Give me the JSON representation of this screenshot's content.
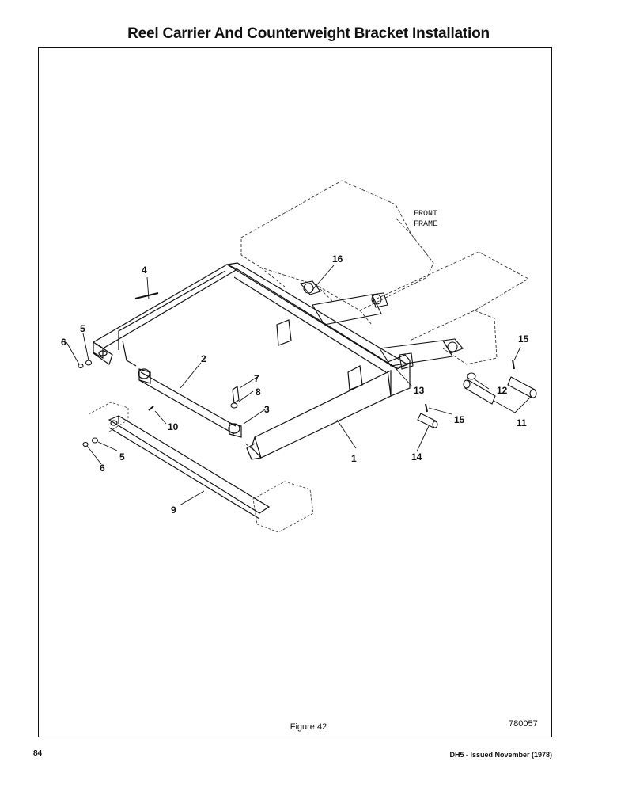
{
  "document": {
    "title": "Reel Carrier And Counterweight Bracket Installation",
    "figure_caption": "Figure 42",
    "drawing_number": "780057",
    "page_number": "84",
    "footer": "DH5 - Issued November (1978)"
  },
  "diagram": {
    "frame_label_line1": "FRONT",
    "frame_label_line2": "FRAME",
    "callouts": {
      "c1": "1",
      "c2": "2",
      "c3": "3",
      "c4": "4",
      "c5a": "5",
      "c5b": "5",
      "c6a": "6",
      "c6b": "6",
      "c7": "7",
      "c8": "8",
      "c9": "9",
      "c10": "10",
      "c11": "11",
      "c12": "12",
      "c13": "13",
      "c14": "14",
      "c15a": "15",
      "c15b": "15",
      "c16": "16"
    }
  }
}
